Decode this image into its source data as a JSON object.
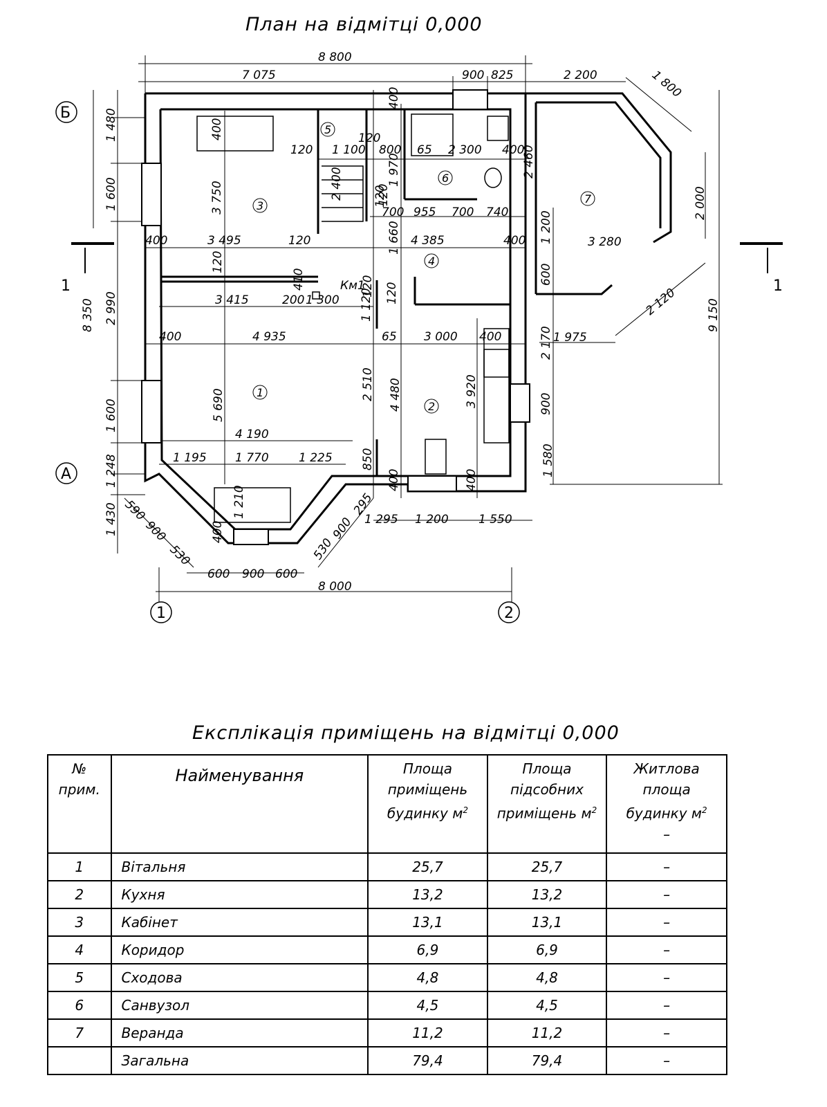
{
  "plan": {
    "title": "План на відмітці 0,000",
    "axes": {
      "b": "Б",
      "a": "А",
      "one": "1",
      "two": "2"
    },
    "section": {
      "left": "1",
      "right": "1"
    },
    "rooms": [
      "1",
      "2",
      "3",
      "4",
      "5",
      "6",
      "7"
    ],
    "km_label": "Км1",
    "dims": {
      "top_total": "8 800",
      "top_7075": "7 075",
      "top_900": "900",
      "top_825": "825",
      "v_2200": "2 200",
      "v_1800": "1 800",
      "v_2460": "2 460",
      "v_2000": "2 000",
      "v_1200": "1 200",
      "v_3280": "3 280",
      "v_600": "600",
      "v_2120": "2 120",
      "v_9150": "9 150",
      "v_1975": "1 975",
      "v_2170": "2 170",
      "v_900": "900",
      "v_1580": "1 580",
      "r3_400": "400",
      "r3_3750": "3 750",
      "r3_120": "120",
      "r3_3495": "3 495",
      "r3_400b": "400",
      "r3_120b": "120",
      "s_120": "120",
      "s_1100": "1 100",
      "s_2400": "2 400",
      "s_120b": "120",
      "s_400": "400",
      "b_800": "800",
      "b_65": "65",
      "b_2300": "2 300",
      "b_400": "400",
      "b_1970": "1 970",
      "b_120": "120",
      "b_700": "700",
      "b_955": "955",
      "b_700b": "700",
      "b_740": "740",
      "c_1660": "1 660",
      "c_4385": "4 385",
      "c_400": "400",
      "c_120": "120",
      "c_410": "410",
      "c_3415": "3 415",
      "c_200": "200",
      "c_1300": "1 300",
      "c_120b": "120",
      "c_120c": "120",
      "c_1120": "1 120",
      "k_65": "65",
      "k_3000": "3 000",
      "k_400": "400",
      "k_3920": "3 920",
      "k_4480": "4 480",
      "l_400": "400",
      "l_4935": "4 935",
      "l_5690": "5 690",
      "l_2510": "2 510",
      "l_4190": "4 190",
      "l_1195": "1 195",
      "l_1770": "1 770",
      "l_1225": "1 225",
      "l_850": "850",
      "l_1210": "1 210",
      "l_400b": "400",
      "l_400c": "400",
      "l_400d": "400",
      "left_1480": "1 480",
      "left_1600": "1 600",
      "left_8350": "8 350",
      "left_2990": "2 990",
      "left_1600b": "1 600",
      "left_1248": "1 248",
      "left_1430": "1 430",
      "bay_590": "590",
      "bay_900": "900",
      "bay_530": "530",
      "bay_530b": "530",
      "bay_900b": "900",
      "bay_295": "295",
      "bot_1295": "1 295",
      "bot_1200": "1 200",
      "bot_1550": "1 550",
      "bot_600": "600",
      "bot_900": "900",
      "bot_600b": "600",
      "bot_total": "8 000"
    }
  },
  "table": {
    "title": "Експлікація приміщень на відмітці  0,000",
    "headers": {
      "no": [
        "№",
        "прим."
      ],
      "name": "Найменування",
      "area": [
        "Площа",
        "приміщень",
        "будинку м"
      ],
      "aux": [
        "Площа",
        "підсобних",
        "приміщень м"
      ],
      "living": [
        "Житлова",
        "площа",
        "будинку м",
        "–"
      ],
      "unit_exp": "2"
    },
    "rows": [
      {
        "no": "1",
        "name": "Вітальня",
        "area": "25,7",
        "aux": "25,7",
        "living": "–"
      },
      {
        "no": "2",
        "name": "Кухня",
        "area": "13,2",
        "aux": "13,2",
        "living": "–"
      },
      {
        "no": "3",
        "name": "Кабінет",
        "area": "13,1",
        "aux": "13,1",
        "living": "–"
      },
      {
        "no": "4",
        "name": "Коридор",
        "area": "6,9",
        "aux": "6,9",
        "living": "–"
      },
      {
        "no": "5",
        "name": "Сходова",
        "area": "4,8",
        "aux": "4,8",
        "living": "–"
      },
      {
        "no": "6",
        "name": "Санвузол",
        "area": "4,5",
        "aux": "4,5",
        "living": "–"
      },
      {
        "no": "7",
        "name": "Веранда",
        "area": "11,2",
        "aux": "11,2",
        "living": "–"
      },
      {
        "no": "",
        "name": "Загальна",
        "area": "79,4",
        "aux": "79,4",
        "living": "–"
      }
    ]
  }
}
